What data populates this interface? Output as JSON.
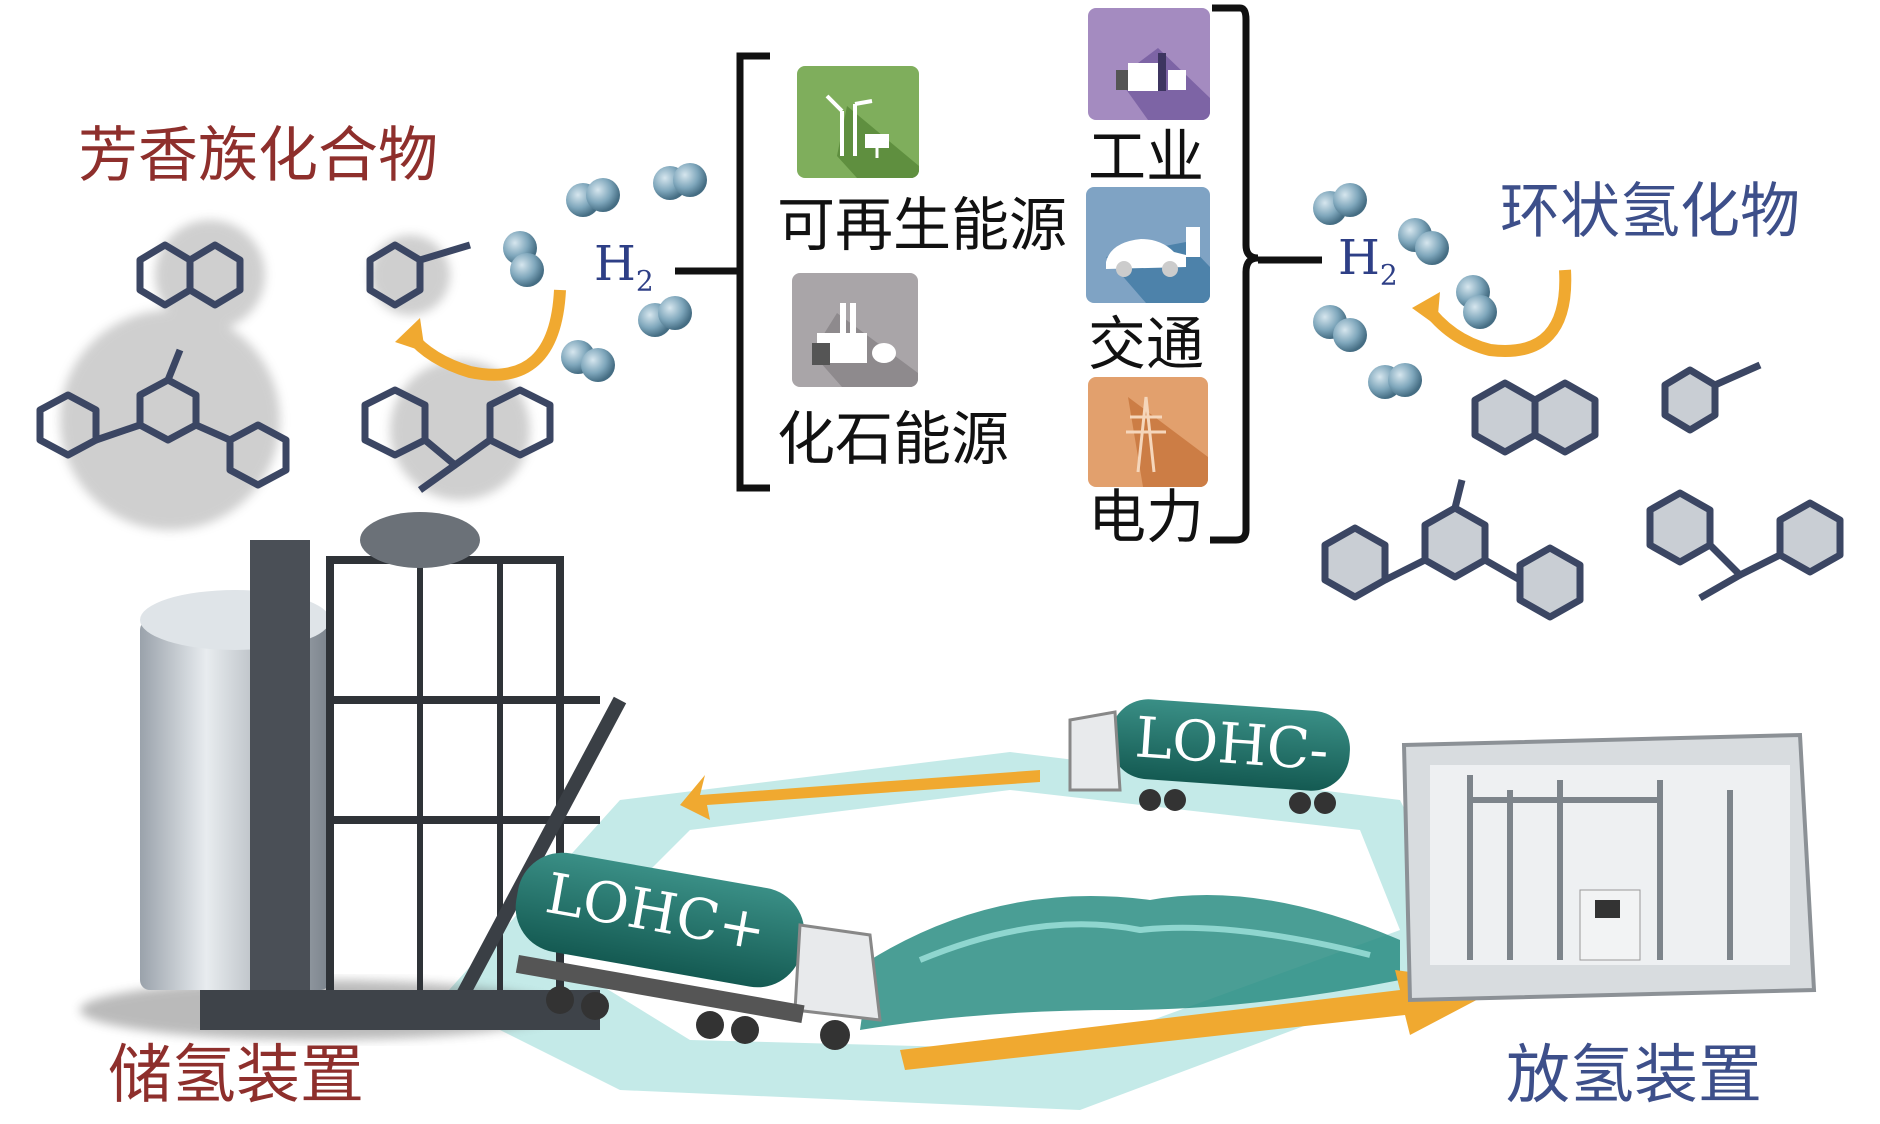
{
  "labels": {
    "aromatic_compounds": "芳香族化合物",
    "cyclic_hydrides": "环状氢化物",
    "h2_left": "H",
    "h2_left_sub": "2",
    "h2_right": "H",
    "h2_right_sub": "2",
    "storage_device": "储氢装置",
    "release_device": "放氢装置"
  },
  "sources": [
    {
      "label": "可再生能源",
      "icon": "wind-solar-icon",
      "color": "#7fae5c"
    },
    {
      "label": "化石能源",
      "icon": "factory-icon",
      "color": "#a9a5a8"
    }
  ],
  "applications": [
    {
      "label": "工业",
      "icon": "industry-icon",
      "color": "#a48bc0"
    },
    {
      "label": "交通",
      "icon": "car-charging-icon",
      "color": "#7fa3c4"
    },
    {
      "label": "电力",
      "icon": "power-tower-icon",
      "color": "#e2a06d"
    }
  ],
  "trucks": {
    "loaded": "LOHC+",
    "unloaded": "LOHC-"
  },
  "colors": {
    "red_title": "#8e2f2c",
    "blue_title": "#3d4f8a",
    "arrow": "#f0a930",
    "track": "#bfe7e6",
    "tank": "#1f6e66"
  }
}
